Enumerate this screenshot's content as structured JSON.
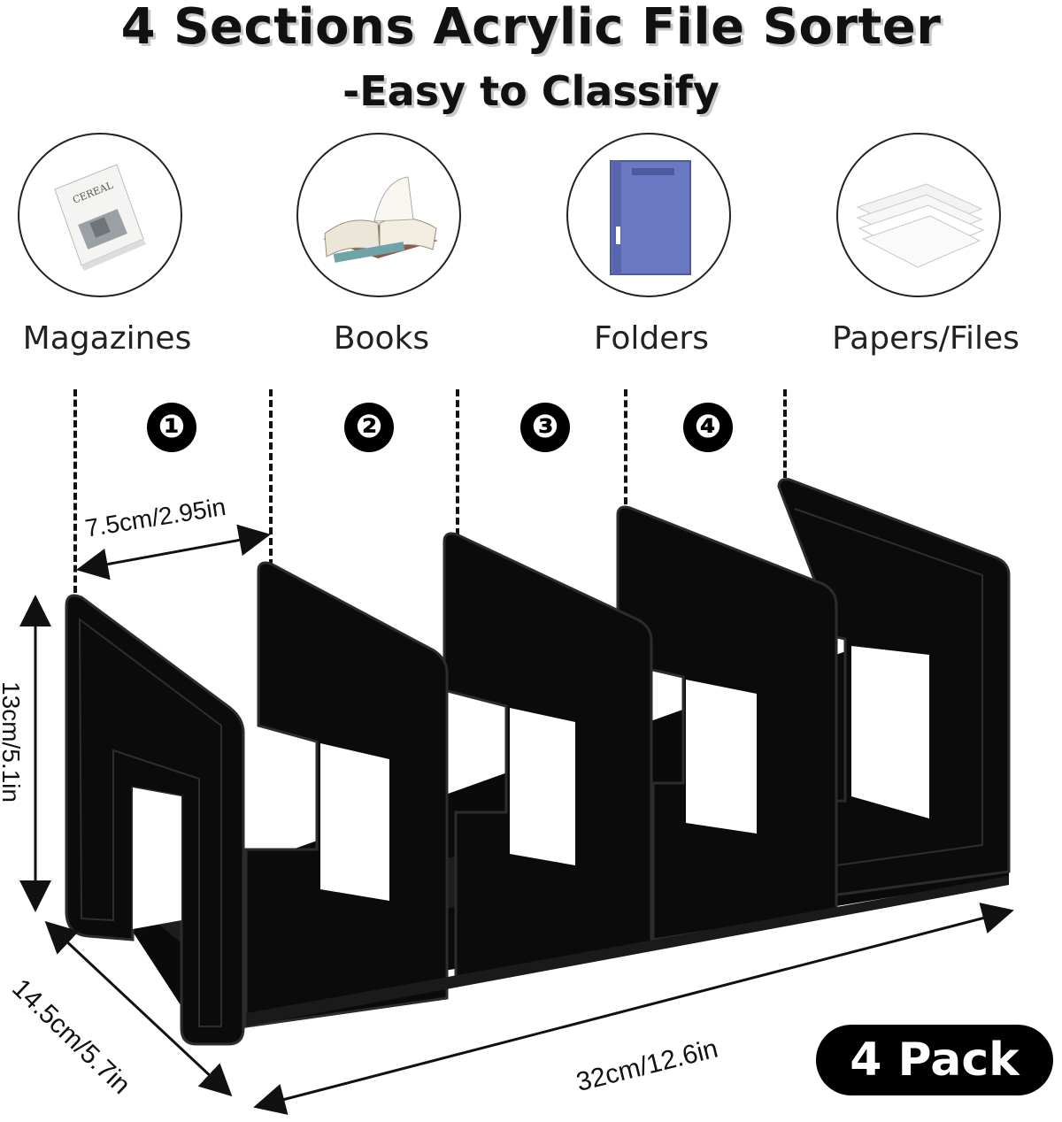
{
  "header": {
    "title": "4 Sections Acrylic File Sorter",
    "subtitle": "-Easy to Classify"
  },
  "categories": [
    {
      "label": "Magazines",
      "icon": "magazine-icon",
      "cover_text": "CEREAL"
    },
    {
      "label": "Books",
      "icon": "open-book-icon"
    },
    {
      "label": "Folders",
      "icon": "blue-folder-icon"
    },
    {
      "label": "Papers/Files",
      "icon": "paper-stack-icon"
    }
  ],
  "sections": [
    "❶",
    "❷",
    "❸",
    "❹"
  ],
  "dimensions": {
    "width": "7.5cm/2.95in",
    "height": "13cm/5.1in",
    "depth": "14.5cm/5.7in",
    "length": "32cm/12.6in"
  },
  "badge": "4 Pack",
  "colors": {
    "product": "#0c0c0c",
    "folder": "#6b78c4",
    "badge": "#000000"
  }
}
